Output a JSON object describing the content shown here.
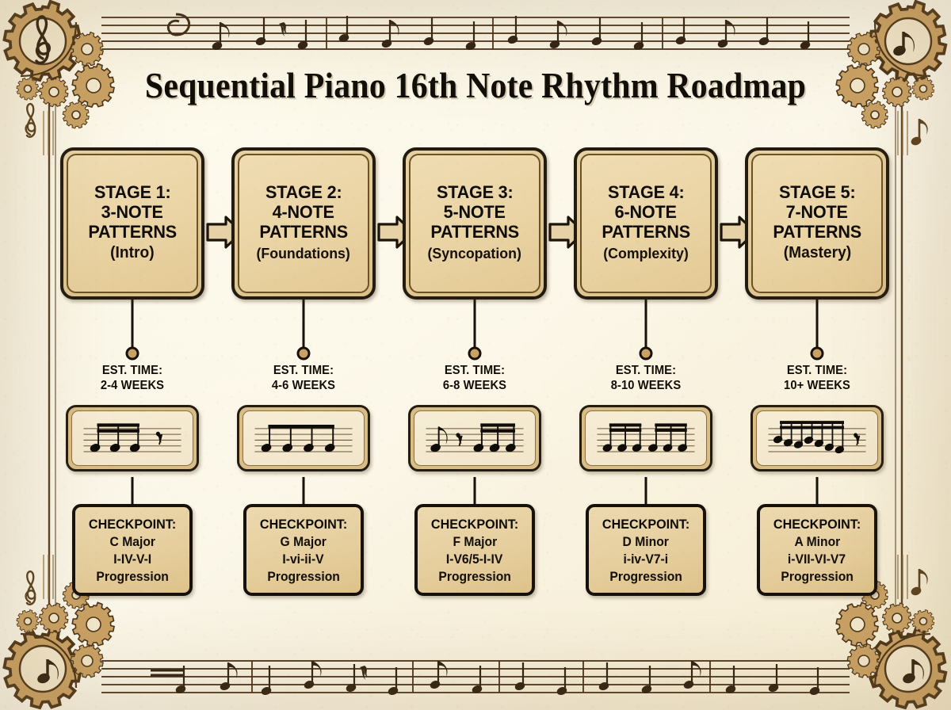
{
  "title": "Sequential Piano 16th Note Rhythm Roadmap",
  "theme": {
    "paper": "#f7f2e3",
    "ink": "#100d08",
    "gear_fill": "#c9a164",
    "gear_stroke": "#4a3318",
    "box_fill": "#ead4a4",
    "box_border": "#231b10",
    "accent_brown": "#6d5225"
  },
  "stages": [
    {
      "id": "stage-1",
      "heading": "STAGE 1:",
      "pattern": "3-NOTE",
      "patterns_word": "PATTERNS",
      "subtitle": "(Intro)",
      "est_time_label": "EST. TIME:",
      "est_time_value": "2-4 WEEKS",
      "notation": {
        "description": "three beamed sixteenth notes followed by a sixteenth rest",
        "note_count": 3,
        "beams": 2,
        "has_rest": true
      },
      "checkpoint": {
        "head": "CHECKPOINT:",
        "key": "C Major",
        "progression": "I-IV-V-I",
        "word": "Progression"
      }
    },
    {
      "id": "stage-2",
      "heading": "STAGE 2:",
      "pattern": "4-NOTE",
      "patterns_word": "PATTERNS",
      "subtitle": "(Foundations)",
      "est_time_label": "EST. TIME:",
      "est_time_value": "4-6 WEEKS",
      "notation": {
        "description": "four beamed eighth notes",
        "note_count": 4,
        "beams": 1,
        "has_rest": false
      },
      "checkpoint": {
        "head": "CHECKPOINT:",
        "key": "G Major",
        "progression": "I-vi-ii-V",
        "word": "Progression"
      }
    },
    {
      "id": "stage-3",
      "heading": "STAGE 3:",
      "pattern": "5-NOTE",
      "patterns_word": "PATTERNS",
      "subtitle": "(Syncopation)",
      "est_time_label": "EST. TIME:",
      "est_time_value": "6-8 WEEKS",
      "notation": {
        "description": "flagged eighth note, sixteenth rest, then three beamed sixteenth notes",
        "note_count": 4,
        "beams": 2,
        "has_rest": true
      },
      "checkpoint": {
        "head": "CHECKPOINT:",
        "key": "F Major",
        "progression": "I-V6/5-I-IV",
        "word": "Progression"
      }
    },
    {
      "id": "stage-4",
      "heading": "STAGE 4:",
      "pattern": "6-NOTE",
      "patterns_word": "PATTERNS",
      "subtitle": "(Complexity)",
      "est_time_label": "EST. TIME:",
      "est_time_value": "8-10 WEEKS",
      "notation": {
        "description": "two groups of three beamed sixteenth notes",
        "note_count": 6,
        "beams": 2,
        "has_rest": false
      },
      "checkpoint": {
        "head": "CHECKPOINT:",
        "key": "D Minor",
        "progression": "i-iv-V7-i",
        "word": "Progression"
      }
    },
    {
      "id": "stage-5",
      "heading": "STAGE 5:",
      "pattern": "7-NOTE",
      "patterns_word": "PATTERNS",
      "subtitle": "(Mastery)",
      "est_time_label": "EST. TIME:",
      "est_time_value": "10+ WEEKS",
      "notation": {
        "description": "seven beamed descending sixteenth notes followed by a sixteenth rest",
        "note_count": 7,
        "beams": 2,
        "has_rest": true
      },
      "checkpoint": {
        "head": "CHECKPOINT:",
        "key": "A Minor",
        "progression": "i-VII-VI-V7",
        "word": "Progression"
      }
    }
  ],
  "decor": {
    "corner_top_left_icon": "treble-clef-gear",
    "corner_top_right_icon": "eighth-note-gear",
    "corner_bottom_left_icon": "eighth-note-gear",
    "corner_bottom_right_icon": "eighth-note-gear",
    "border_top_icon": "music-staff",
    "border_bottom_icon": "music-staff",
    "arrows": 4
  }
}
